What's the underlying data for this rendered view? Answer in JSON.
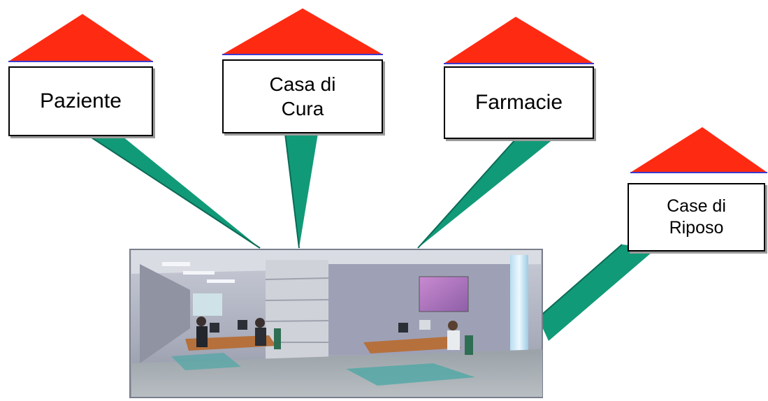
{
  "nodes": [
    {
      "id": "paziente",
      "label": "Paziente"
    },
    {
      "id": "casa-cura",
      "label": "Casa di\nCura"
    },
    {
      "id": "farmacie",
      "label": "Farmacie"
    },
    {
      "id": "case-riposo",
      "label": "Case di\nRiposo"
    }
  ],
  "colors": {
    "roof": "#ff2a12",
    "roof_edge": "#3a3ad0",
    "connector": "#119a78",
    "connector_dark": "#0b6a55",
    "box_border": "#000000"
  },
  "center_image": {
    "subject": "control-room-photo"
  }
}
